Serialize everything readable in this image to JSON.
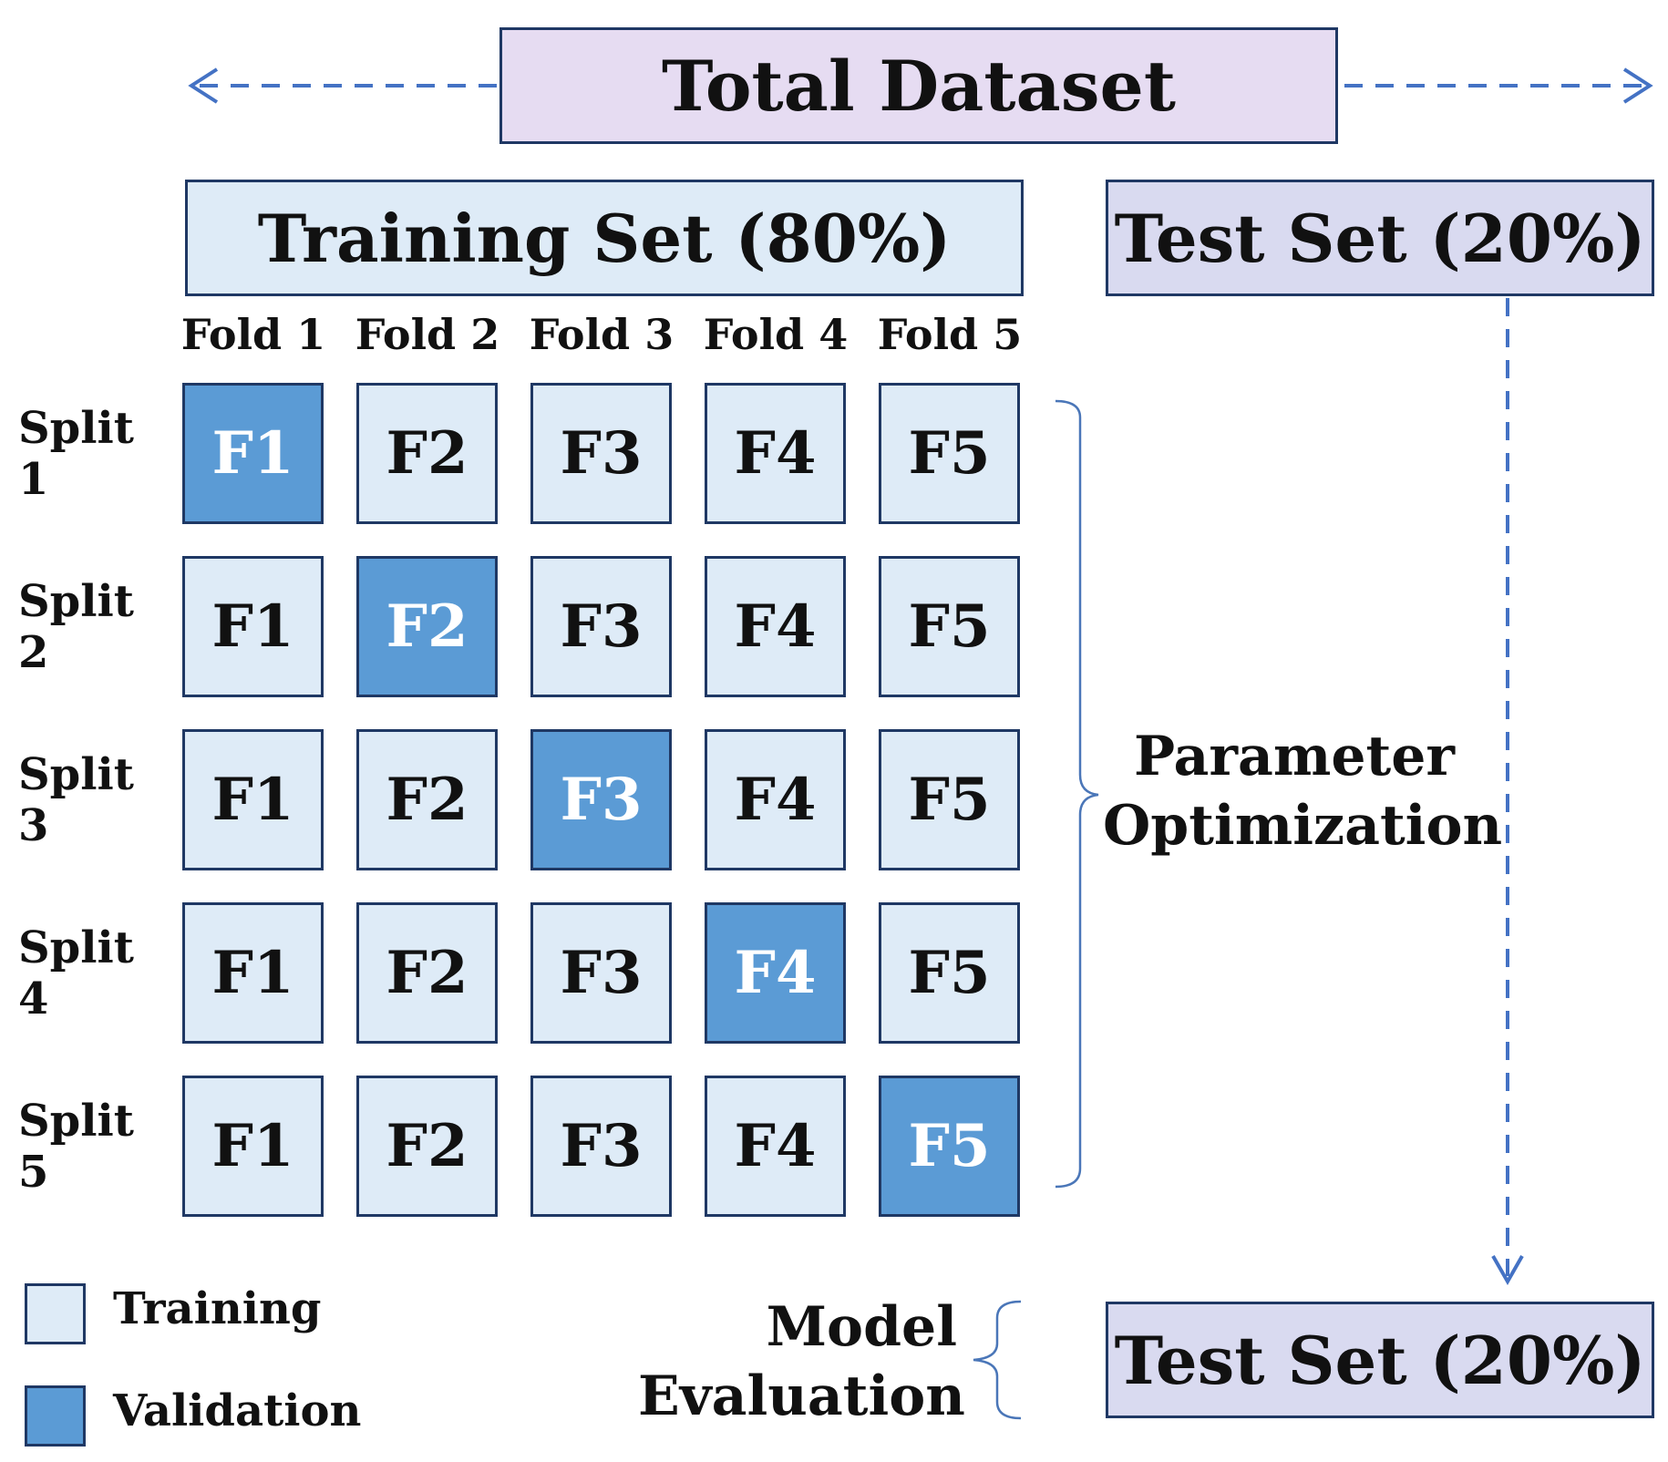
{
  "header": {
    "total_label": "Total Dataset"
  },
  "training_set": {
    "label": "Training Set (80%)"
  },
  "test_set": {
    "top_label": "Test Set (20%)",
    "bottom_label": "Test Set (20%)"
  },
  "folds": [
    "Fold 1",
    "Fold 2",
    "Fold 3",
    "Fold 4",
    "Fold 5"
  ],
  "splits": [
    {
      "label": "Split 1",
      "cells": [
        "F1",
        "F2",
        "F3",
        "F4",
        "F5"
      ],
      "validation_index": 0
    },
    {
      "label": "Split 2",
      "cells": [
        "F1",
        "F2",
        "F3",
        "F4",
        "F5"
      ],
      "validation_index": 1
    },
    {
      "label": "Split 3",
      "cells": [
        "F1",
        "F2",
        "F3",
        "F4",
        "F5"
      ],
      "validation_index": 2
    },
    {
      "label": "Split 4",
      "cells": [
        "F1",
        "F2",
        "F3",
        "F4",
        "F5"
      ],
      "validation_index": 3
    },
    {
      "label": "Split 5",
      "cells": [
        "F1",
        "F2",
        "F3",
        "F4",
        "F5"
      ],
      "validation_index": 4
    }
  ],
  "annotations": {
    "parameter_line1": "Parameter",
    "parameter_line2": "Optimization",
    "evaluation_line1": "Model",
    "evaluation_line2": "Evaluation"
  },
  "legend": {
    "training": "Training",
    "validation": "Validation"
  },
  "colors": {
    "training": "#deebf7",
    "validation": "#5b9bd5",
    "total": "#e6dcf2",
    "test": "#d9daf0",
    "border": "#1f3864",
    "arrow": "#4472c4"
  }
}
